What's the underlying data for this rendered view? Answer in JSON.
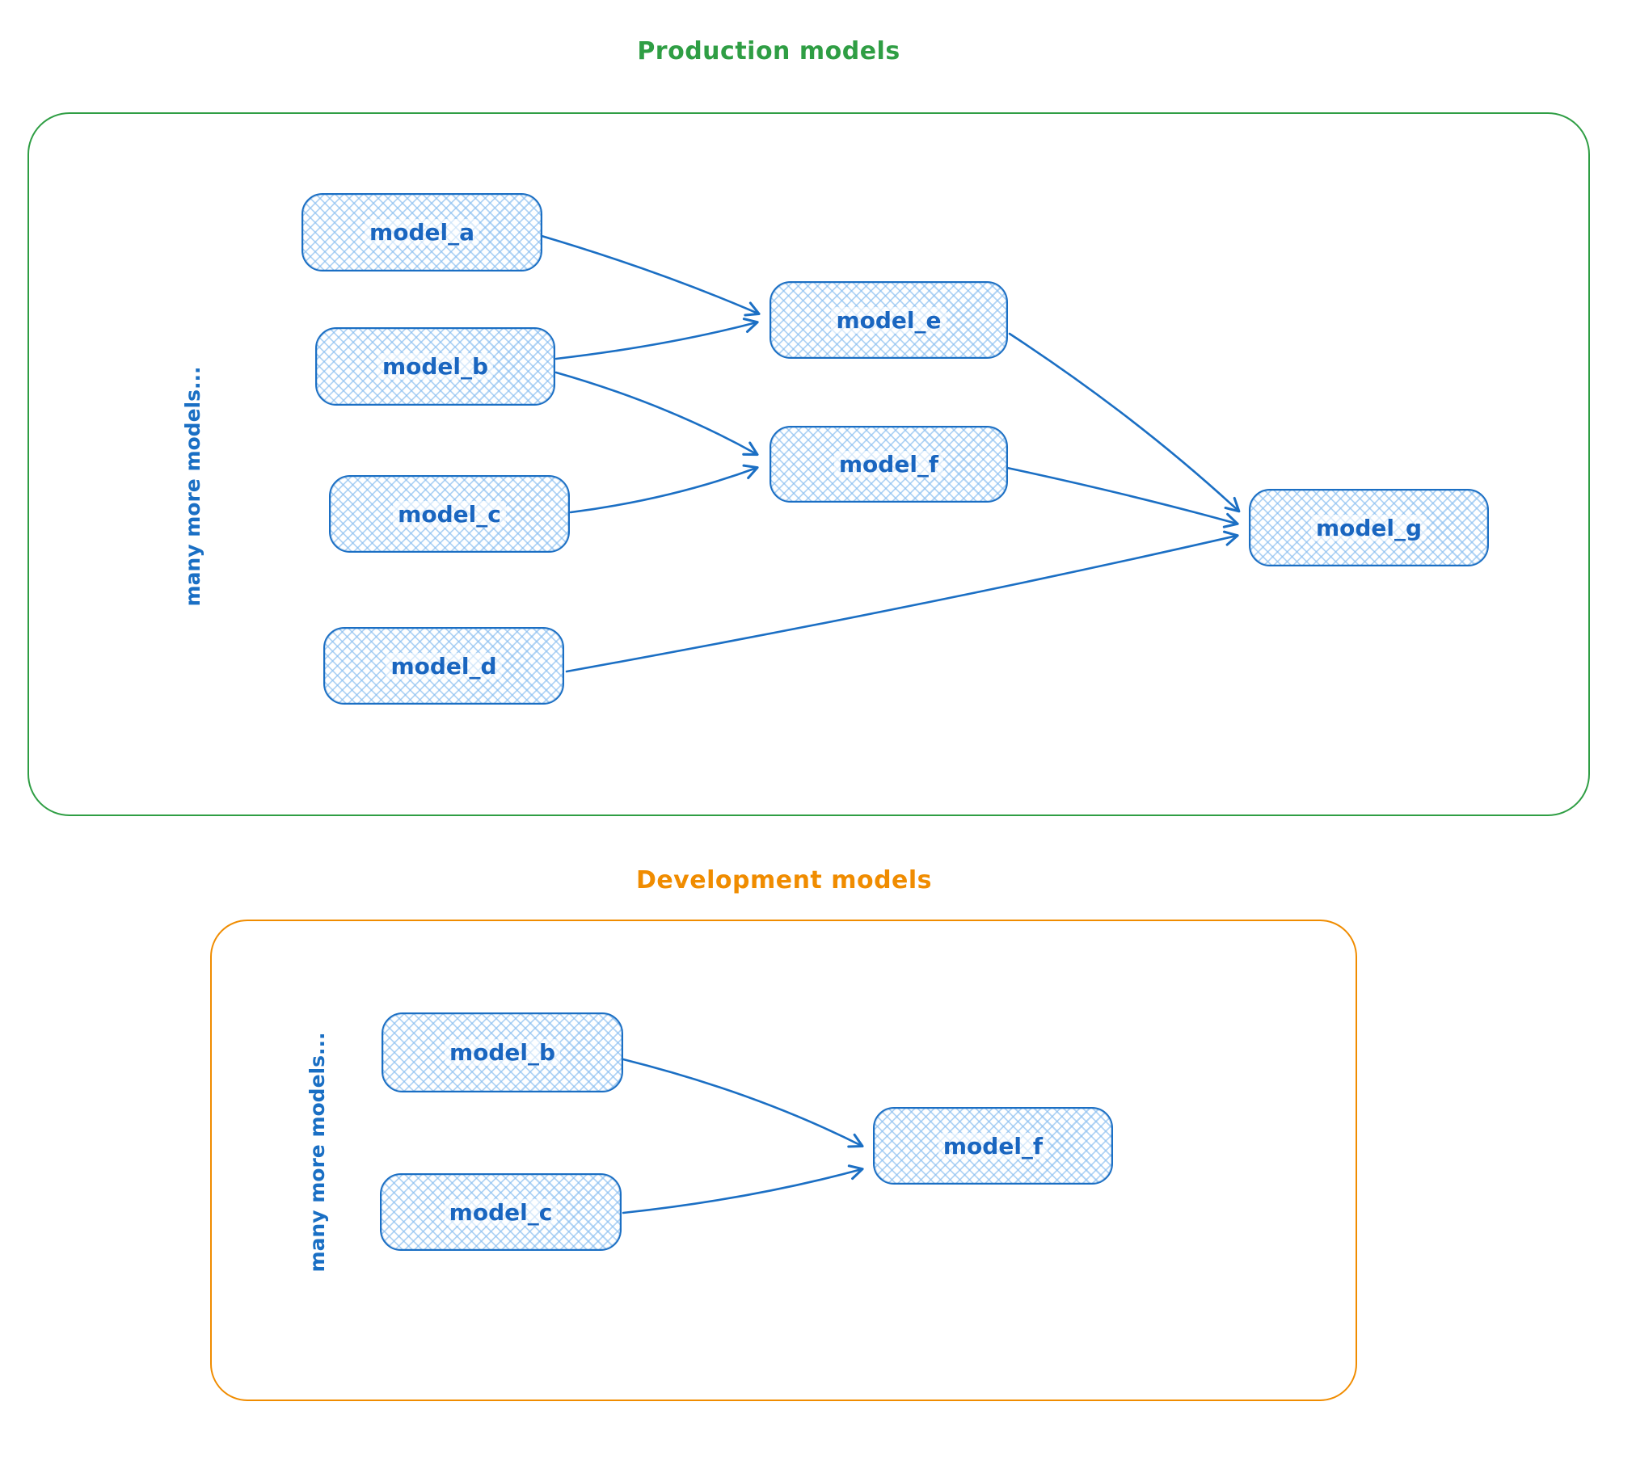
{
  "palette": {
    "production_accent": "#2f9e44",
    "development_accent": "#f08c00",
    "node_border": "#1b6fc4",
    "node_fill_hatch": "#a5d8ff",
    "node_text": "#1a66c0",
    "background": "#ffffff"
  },
  "production": {
    "title": "Production models",
    "side_note": "many more models...",
    "nodes": [
      {
        "id": "model_a",
        "label": "model_a"
      },
      {
        "id": "model_b",
        "label": "model_b"
      },
      {
        "id": "model_c",
        "label": "model_c"
      },
      {
        "id": "model_d",
        "label": "model_d"
      },
      {
        "id": "model_e",
        "label": "model_e"
      },
      {
        "id": "model_f",
        "label": "model_f"
      },
      {
        "id": "model_g",
        "label": "model_g"
      }
    ],
    "edges": [
      {
        "from": "model_a",
        "to": "model_e"
      },
      {
        "from": "model_b",
        "to": "model_e"
      },
      {
        "from": "model_b",
        "to": "model_f"
      },
      {
        "from": "model_c",
        "to": "model_f"
      },
      {
        "from": "model_e",
        "to": "model_g"
      },
      {
        "from": "model_f",
        "to": "model_g"
      },
      {
        "from": "model_d",
        "to": "model_g"
      }
    ]
  },
  "development": {
    "title": "Development models",
    "side_note": "many more models...",
    "nodes": [
      {
        "id": "model_b",
        "label": "model_b"
      },
      {
        "id": "model_c",
        "label": "model_c"
      },
      {
        "id": "model_f",
        "label": "model_f"
      }
    ],
    "edges": [
      {
        "from": "model_b",
        "to": "model_f"
      },
      {
        "from": "model_c",
        "to": "model_f"
      }
    ]
  }
}
